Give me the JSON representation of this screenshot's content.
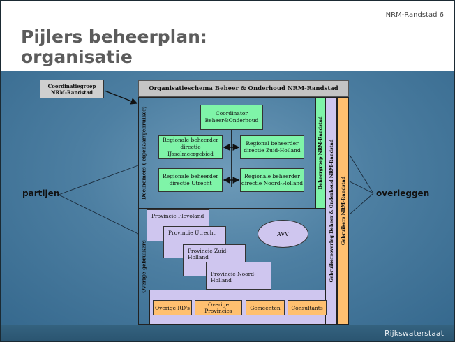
{
  "slide": {
    "page_label": "NRM-Randstad   6",
    "title_line1": "Pijlers beheerplan:",
    "title_line2": "organisatie",
    "footer_brand": "Rijkswaterstaat"
  },
  "diagram": {
    "schema_title": "Organisatieschema Beheer & Onderhoud NRM-Randstad",
    "coordination_group_line1": "Coordinatiegroep",
    "coordination_group_line2": "NRM-Randstad",
    "participants_strip": "Deelnemers ( eigenaar/gebruiker)",
    "other_users_strip": "Overige gebruikers",
    "management_group_strip": "Beheergroep NRM-Randstad",
    "user_consultation_strip": "Gebruikersoverleg Beheer & Onderhoud NRM-Randstad",
    "users_strip": "Gebruikers NRM-Randstad",
    "coordinator_line1": "Coordinator",
    "coordinator_line2": "Beheer&Onderhoud",
    "regional_ijsselmeer_line1": "Regionale beheerder",
    "regional_ijsselmeer_line2": "directie IJsselmeergebied",
    "regional_zuid_holland_line1": "Regional beheerder",
    "regional_zuid_holland_line2": "directie Zuid-Holland",
    "regional_utrecht_line1": "Regionale beheerder",
    "regional_utrecht_line2": "directie Utrecht",
    "regional_noord_holland_line1": "Regionale beheerder",
    "regional_noord_holland_line2": "directie Noord-Holland",
    "provinces": [
      "Provincie Flevoland",
      "Provincie Utrecht",
      "Provincie Zuid-Holland",
      "Provincie Noord-Holland"
    ],
    "avv": "AVV",
    "bottom_boxes": [
      "Overige RD's",
      "Overige Provincies",
      "Gemeenten",
      "Consultants"
    ],
    "left_label": "partijen",
    "right_label": "overleggen"
  },
  "colors": {
    "background_blue": "#4d7fa2",
    "green_box": "#7ff4a8",
    "lavender": "#cfc6ef",
    "orange": "#ffc070",
    "gray_header": "#c4c4c4"
  }
}
